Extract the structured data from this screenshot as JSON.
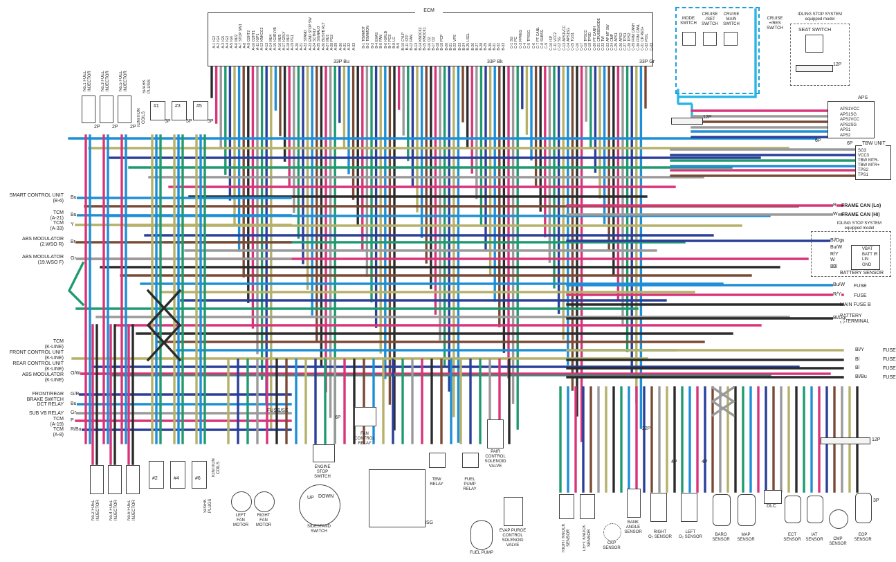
{
  "ecm": {
    "title": "ECM",
    "connector_a": "33P Bu",
    "connector_b": "33P Bk",
    "connector_c": "33P Gr",
    "pins_a": [
      "A-1",
      "A-2",
      "A-3",
      "A-4",
      "A-5",
      "A-6",
      "A-7",
      "A-8",
      "A-9",
      "A-10",
      "A-11",
      "A-12",
      "A-13",
      "A-14",
      "A-15",
      "A-16",
      "A-17",
      "A-18",
      "A-19",
      "A-20",
      "A-21",
      "A-22",
      "A-23",
      "A-24",
      "A-25",
      "A-26",
      "A-27",
      "A-28",
      "A-29",
      "A-30",
      "A-31",
      "A-32",
      "A-33"
    ],
    "pins_b": [
      "B-1",
      "B-2",
      "B-3",
      "B-4",
      "B-5",
      "B-6",
      "B-7",
      "B-8",
      "B-9",
      "B-10",
      "B-11",
      "B-12",
      "B-13",
      "B-14",
      "B-15",
      "B-16",
      "B-17",
      "B-18",
      "B-19",
      "B-20",
      "B-21",
      "B-22",
      "B-23",
      "B-24",
      "B-25",
      "B-26",
      "B-27",
      "B-28",
      "B-29",
      "B-30",
      "B-31",
      "B-32",
      "B-33"
    ],
    "pins_c": [
      "C-1",
      "C-2",
      "C-3",
      "C-4",
      "C-5",
      "C-6",
      "C-7",
      "C-8",
      "C-9",
      "C-10",
      "C-11",
      "C-12",
      "C-13",
      "C-14",
      "C-15",
      "C-16",
      "C-17",
      "C-18",
      "C-19",
      "C-20",
      "C-21",
      "C-22",
      "C-23",
      "C-24",
      "C-25",
      "C-26",
      "C-27",
      "C-28",
      "C-29",
      "C-30",
      "C-31",
      "C-32",
      "C-33"
    ],
    "sig_a": [
      "IG2",
      "IG4",
      "IG5",
      "IG3",
      "IG6",
      "INJ2",
      "STOP SW1",
      "",
      "O2HT2",
      "O2HT1",
      "IGP1",
      "KNKCC3",
      "",
      "INJ4",
      "IG3RLYB",
      "INJ5",
      "IGRLY",
      "INJ3",
      "PG1",
      "",
      "",
      "STAND",
      "END STOP SW",
      "SCTRLY",
      "SIGNALO",
      "BUSYB RLY",
      "INJ1",
      "PG2"
    ],
    "sig_b": [
      "TBWMOT",
      "TBWMON",
      "",
      "EXAS",
      "FAN",
      "IGRLB",
      "PCS",
      "LG",
      "",
      "CYLP",
      "STP",
      "FAN",
      "",
      "KNOCK2",
      "KNOCK1",
      "O2",
      "O2",
      "",
      "PCP",
      "",
      "",
      "VPS",
      "",
      "",
      "LSEL"
    ],
    "sig_c": [
      "SG",
      "PC",
      "FPREG",
      "",
      "TPSSG",
      "",
      "PT CANL",
      "SUBSG",
      "",
      "ISP",
      "VCC2",
      "SG",
      "APS1VCC",
      "APS1SG",
      "TGS1",
      "",
      "",
      "TPSCC",
      "TPSD",
      "PT CANH",
      "CRUISEMODE",
      "TW",
      "AP MT SW",
      "CMP",
      "APS1",
      "APS2",
      "TPS1",
      "TPS2",
      "FRM CANH",
      "FRM CANL",
      "CR RES+",
      "POIL"
    ]
  },
  "left_labels": {
    "smart_control": "SMART CONTROL UNIT\n(B-6)",
    "tcm_a21": "TCM\n(A-21)",
    "tcm_a33": "TCM\n(A-33)",
    "abs_mod_2": "ABS MODULATOR\n(2.WSO R)",
    "abs_mod_19": "ABS MODULATOR\n(19.WSO F)",
    "kline_group": "TCM\n(K-LINE)\nFRONT CONTROL UNIT\n(K-LINE)\nREAR CONTROL UNIT\n(K-LINE)\nABS MODULATOR\n(K-LINE)",
    "brake_switch": "FRONT/REAR\nBRAKE SWITCH",
    "dct_relay": "DCT RELAY",
    "sub_vb_relay": "SUB VB RELAY",
    "tcm_a19": "TCM\n(A-19)",
    "tcm_a8": "TCM\n(A-8)"
  },
  "left_wire_codes": [
    "Bu",
    "Bu",
    "Y",
    "Br",
    "Gr",
    "O/W",
    "G/R",
    "Bu",
    "Gr",
    "P",
    "R/Bu"
  ],
  "top_left": {
    "inj_1": "No.1 FUEL\nINJECTOR",
    "inj_3": "No.3 FUEL\nINJECTOR",
    "inj_5": "No.5 FUEL\nINJECTOR",
    "ign_coils": "IGNITION\nCOILS",
    "spark_plugs": "SPARK\nPLUGS",
    "cyl_1": "#1",
    "cyl_3": "#3",
    "cyl_5": "#5",
    "conn_2p": "2P",
    "conn_3p": "3P"
  },
  "bottom_left": {
    "inj_2": "No.2 FUEL\nINJECTOR",
    "inj_4": "No.4 FUEL\nINJECTOR",
    "inj_6": "No.6 FUEL\nINJECTOR",
    "ign_coils": "IGNITION\nCOILS",
    "spark_plugs": "SPARK\nPLUGS",
    "cyl_2": "#2",
    "cyl_4": "#4",
    "cyl_6": "#6"
  },
  "bottom_mid": {
    "left_fan": "LEFT\nFAN\nMOTOR",
    "right_fan": "RIGHT\nFAN\nMOTOR",
    "engine_stop": "ENGINE\nSTOP\nSWITCH",
    "sidestand": "SIDESTAND\nSWITCH",
    "fan_relay": "FAN\nCONTROL\nRELAY",
    "isg": "ISG",
    "tbw_relay": "TBW\nRELAY",
    "fuel_pump_relay": "FUEL\nPUMP\nRELAY",
    "pair_valve": "PAIR\nCONTROL\nSOLENOID\nVALVE",
    "evap_valve": "EVAP PURGE\nCONTROL\nSOLENOID\nVALVE",
    "fuel_pump": "FUEL PUMP",
    "fuse_1": "FUSE",
    "fuse_2": "FUSE",
    "up": "UP",
    "down": "DOWN",
    "conn_6p": "6P"
  },
  "bottom_right": {
    "right_knock": "RIGHT KNOCK\nSENSOR",
    "left_knock": "LEFT KNOCK\nSENSOR",
    "ckp": "CKP\nSENSOR",
    "bank_angle": "BANK\nANGLE\nSENSOR",
    "right_o2": "RIGHT\nO₂ SENSOR",
    "left_o2": "LEFT\nO₂ SENSOR",
    "baro": "BARO\nSENSOR",
    "map": "MAP\nSENSOR",
    "dlc": "DLC",
    "ect": "ECT\nSENSOR",
    "iat": "IAT\nSENSOR",
    "cmp": "CMP\nSENSOR",
    "eop": "EOP\nSENSOR",
    "conn_22p": "22P",
    "conn_12p": "12P",
    "conn_4p": "4P",
    "conn_3p": "3P"
  },
  "top_right": {
    "mode_switch": "MODE\nSWITCH",
    "cruise_set": "CRUISE\n-/SET\nSWITCH",
    "cruise_main": "CRUISE\nMAIN\nSWITCH",
    "cruise_res": "CRUISE\n+/RES\nSWITCH",
    "idling_stop_hdr": "IDLING STOP SYSTEM\nequipped model",
    "seat_switch": "SEAT SWITCH",
    "aps": "APS",
    "aps_pins": [
      "APS1VCC",
      "APS1SG",
      "APS2VCC",
      "APS2SG",
      "APS1",
      "APS2"
    ],
    "tbw_unit": "TBW UNIT",
    "tbw_pins": [
      "SG3",
      "VCC3",
      "TBW MTR-",
      "TBW MTR+",
      "TPS2",
      "TPS1"
    ],
    "conn_12p": "12P",
    "conn_6p": "6P"
  },
  "right_labels": {
    "frame_can_lo": "FRAME CAN (Lo)",
    "frame_can_hi": "FRAME CAN (Hi)",
    "idling_stop_hdr": "IDLING STOP SYSTEM\nequipped model",
    "battery_sensor": "BATTERY SENSOR",
    "bs_pins": [
      "VBAT",
      "BATT IR",
      "LIN",
      "GND"
    ],
    "fuse": "FUSE",
    "main_fuse_b": "MAIN FUSE B",
    "battery_term": "BATTERY\n(-)TERMINAL",
    "fuse_rows": [
      "FUSE",
      "FUSE",
      "FUSE",
      "FUSE"
    ]
  },
  "right_wire_codes": [
    "R",
    "W",
    "Bl/Dgr",
    "Bu/W",
    "R/Y",
    "W",
    "Bl",
    "Bu/W",
    "R/Y",
    "Bl",
    "Bl/Dgr",
    "Bl/Y",
    "Bl",
    "Bl",
    "Bl/Bu"
  ],
  "colors": {
    "pink": "#d8347a",
    "blue": "#1e8fd6",
    "green": "#1f9a6e",
    "black": "#2b2b2b",
    "olive": "#b5b16a",
    "gray": "#9a9a9a",
    "brown": "#7a4a35",
    "navy": "#2a3f99",
    "light_blue": "#29b6e6"
  }
}
